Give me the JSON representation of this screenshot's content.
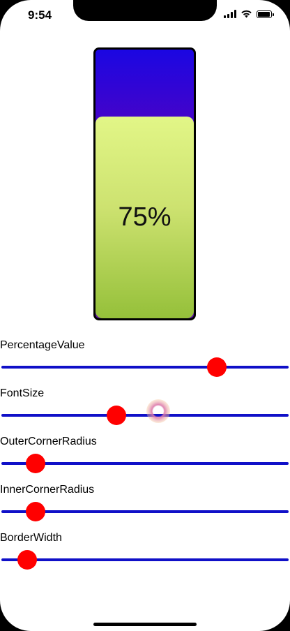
{
  "status_bar": {
    "time": "9:54",
    "icons": [
      "signal-icon",
      "wifi-icon",
      "battery-icon"
    ]
  },
  "gauge": {
    "label": "75%",
    "value": 0.75,
    "outer_gradient": [
      "#1b06e2",
      "#5a10a0"
    ],
    "inner_gradient": [
      "#e2f687",
      "#95c03a"
    ]
  },
  "controls": [
    {
      "label": "PercentageValue",
      "value": 0.75
    },
    {
      "label": "FontSize",
      "value": 0.4
    },
    {
      "label": "OuterCornerRadius",
      "value": 0.12
    },
    {
      "label": "InnerCornerRadius",
      "value": 0.12
    },
    {
      "label": "BorderWidth",
      "value": 0.09
    }
  ],
  "colors": {
    "track": "#1010c8",
    "thumb": "#ff0000"
  }
}
